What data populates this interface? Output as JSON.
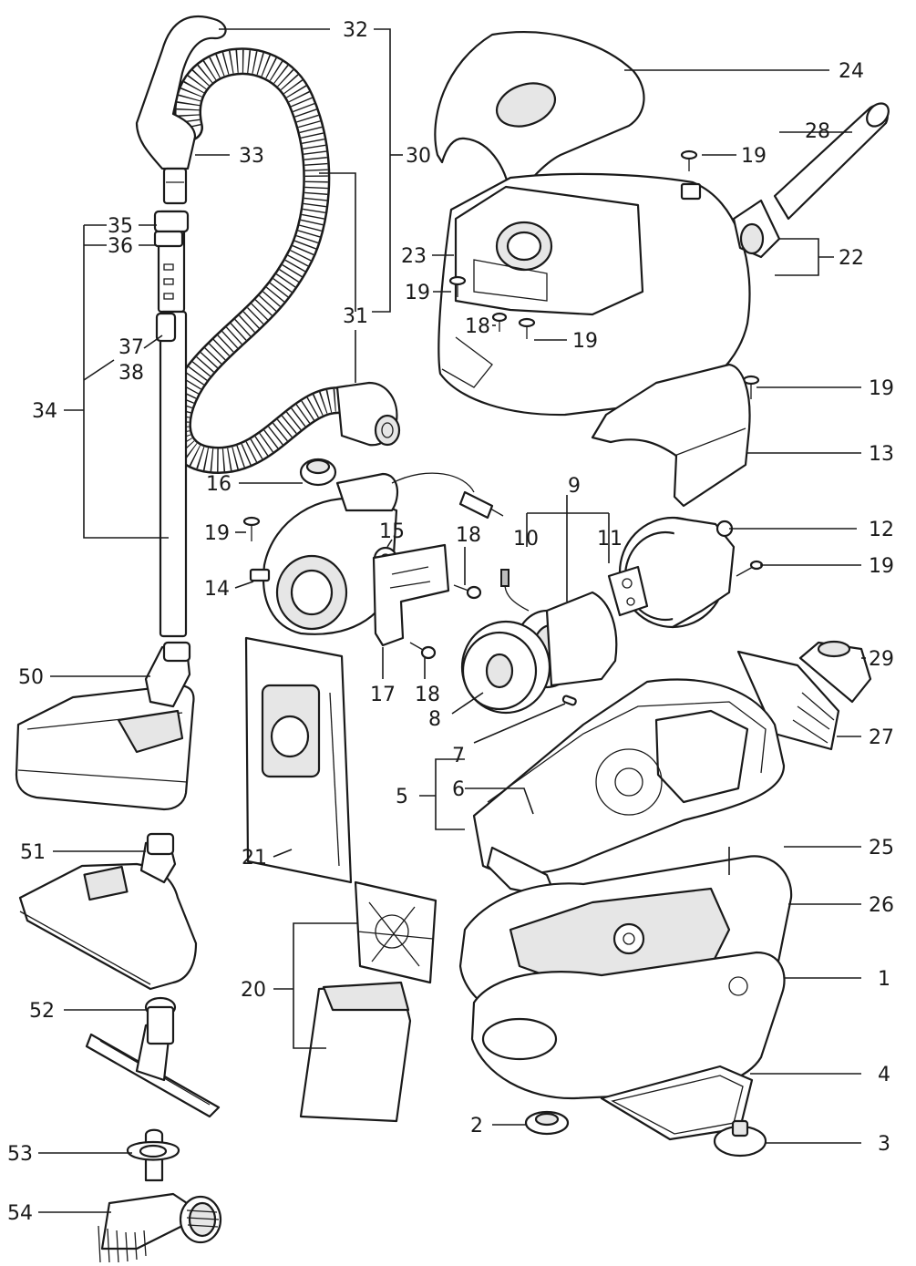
{
  "callouts": {
    "c1": "1",
    "c2": "2",
    "c3": "3",
    "c4": "4",
    "c5": "5",
    "c6": "6",
    "c7": "7",
    "c8": "8",
    "c9": "9",
    "c10": "10",
    "c11": "11",
    "c12": "12",
    "c13": "13",
    "c14": "14",
    "c15": "15",
    "c16": "16",
    "c17": "17",
    "c18a": "18",
    "c18b": "18",
    "c18c": "18",
    "c19a": "19",
    "c19b": "19",
    "c19c": "19",
    "c19d": "19",
    "c19e": "19",
    "c19f": "19",
    "c20": "20",
    "c21": "21",
    "c22": "22",
    "c23": "23",
    "c24": "24",
    "c25": "25",
    "c26": "26",
    "c27": "27",
    "c28": "28",
    "c29": "29",
    "c30": "30",
    "c31": "31",
    "c32": "32",
    "c33": "33",
    "c34": "34",
    "c35": "35",
    "c36": "36",
    "c37": "37",
    "c38": "38",
    "c50": "50",
    "c51": "51",
    "c52": "52",
    "c53": "53",
    "c54": "54"
  }
}
